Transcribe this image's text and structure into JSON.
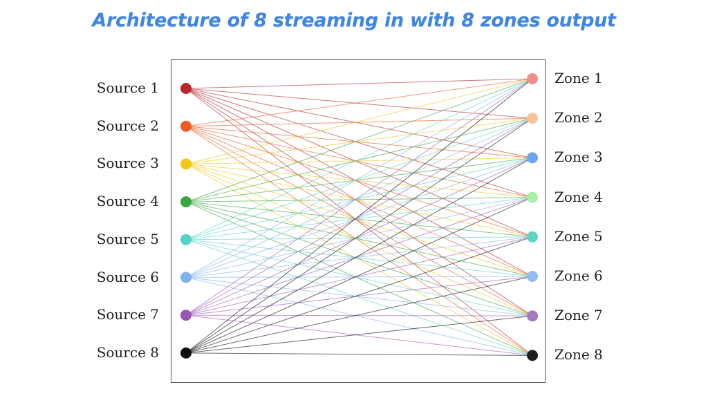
{
  "title": "Architecture of 8 streaming in with 8 zones output",
  "sources": [
    {
      "label": "Source 1",
      "color": "#b8272e"
    },
    {
      "label": "Source 2",
      "color": "#ee5a25"
    },
    {
      "label": "Source 3",
      "color": "#f5c518"
    },
    {
      "label": "Source 4",
      "color": "#3aa640"
    },
    {
      "label": "Source 5",
      "color": "#52d3c6"
    },
    {
      "label": "Source 6",
      "color": "#7fb3ee"
    },
    {
      "label": "Source 7",
      "color": "#9a56b4"
    },
    {
      "label": "Source 8",
      "color": "#0e0e0e"
    }
  ],
  "zones": [
    {
      "label": "Zone 1",
      "color": "#f08d8d"
    },
    {
      "label": "Zone 2",
      "color": "#f7c29c"
    },
    {
      "label": "Zone 3",
      "color": "#6aa7ee"
    },
    {
      "label": "Zone 4",
      "color": "#a8f0a6"
    },
    {
      "label": "Zone 5",
      "color": "#5fd4c3"
    },
    {
      "label": "Zone 6",
      "color": "#92bcef"
    },
    {
      "label": "Zone 7",
      "color": "#a777bf"
    },
    {
      "label": "Zone 8",
      "color": "#1e1e1e"
    }
  ]
}
